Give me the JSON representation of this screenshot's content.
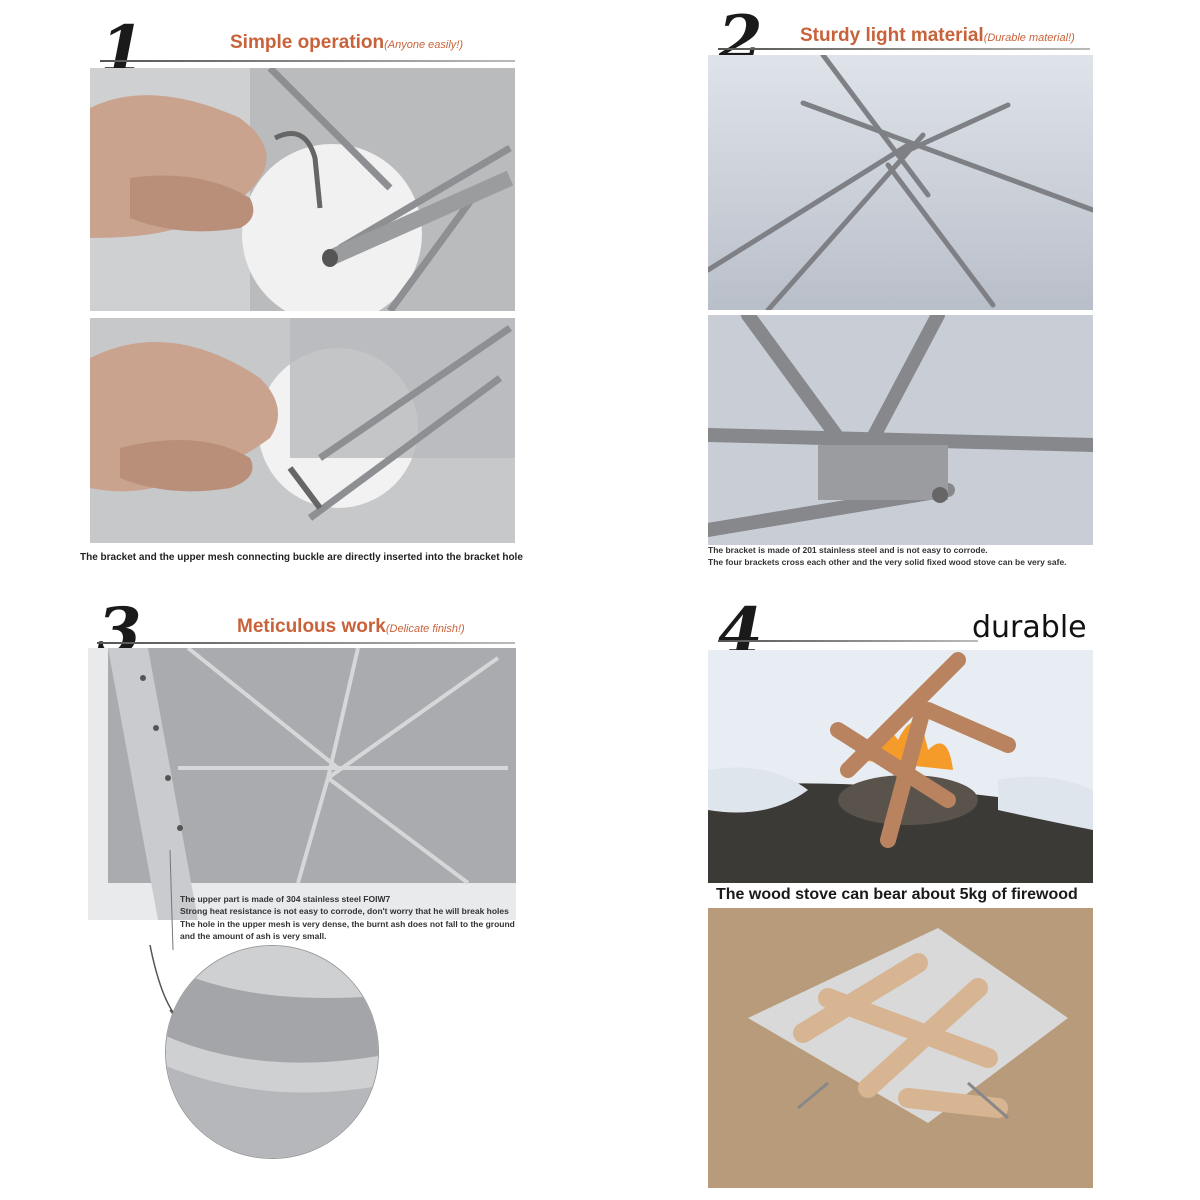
{
  "panel1": {
    "number": "1",
    "title": "Simple operation",
    "subtitle": "(Anyone easily!)",
    "caption": "The bracket and the upper mesh connecting buckle are directly inserted into the bracket hole"
  },
  "panel2": {
    "number": "2",
    "title": "Sturdy light material",
    "subtitle": "(Durable material!)",
    "caption_lines": [
      "The bracket is made of 201 stainless steel and is not easy to corrode.",
      "The four brackets cross each other and the very solid fixed wood stove can be very safe."
    ]
  },
  "panel3": {
    "number": "3",
    "title": "Meticulous work",
    "subtitle": "(Delicate finish!)",
    "caption_lines": [
      "The upper part is made of 304 stainless steel FOIW7",
      "Strong heat resistance is not easy to corrode, don't worry that he will break holes",
      "The hole in the upper mesh is very dense, the burnt ash does not fall to the ground",
      "and the amount of ash is very small."
    ]
  },
  "panel4": {
    "number": "4",
    "title": "durable",
    "caption": "The wood stove can bear about 5kg of firewood"
  }
}
